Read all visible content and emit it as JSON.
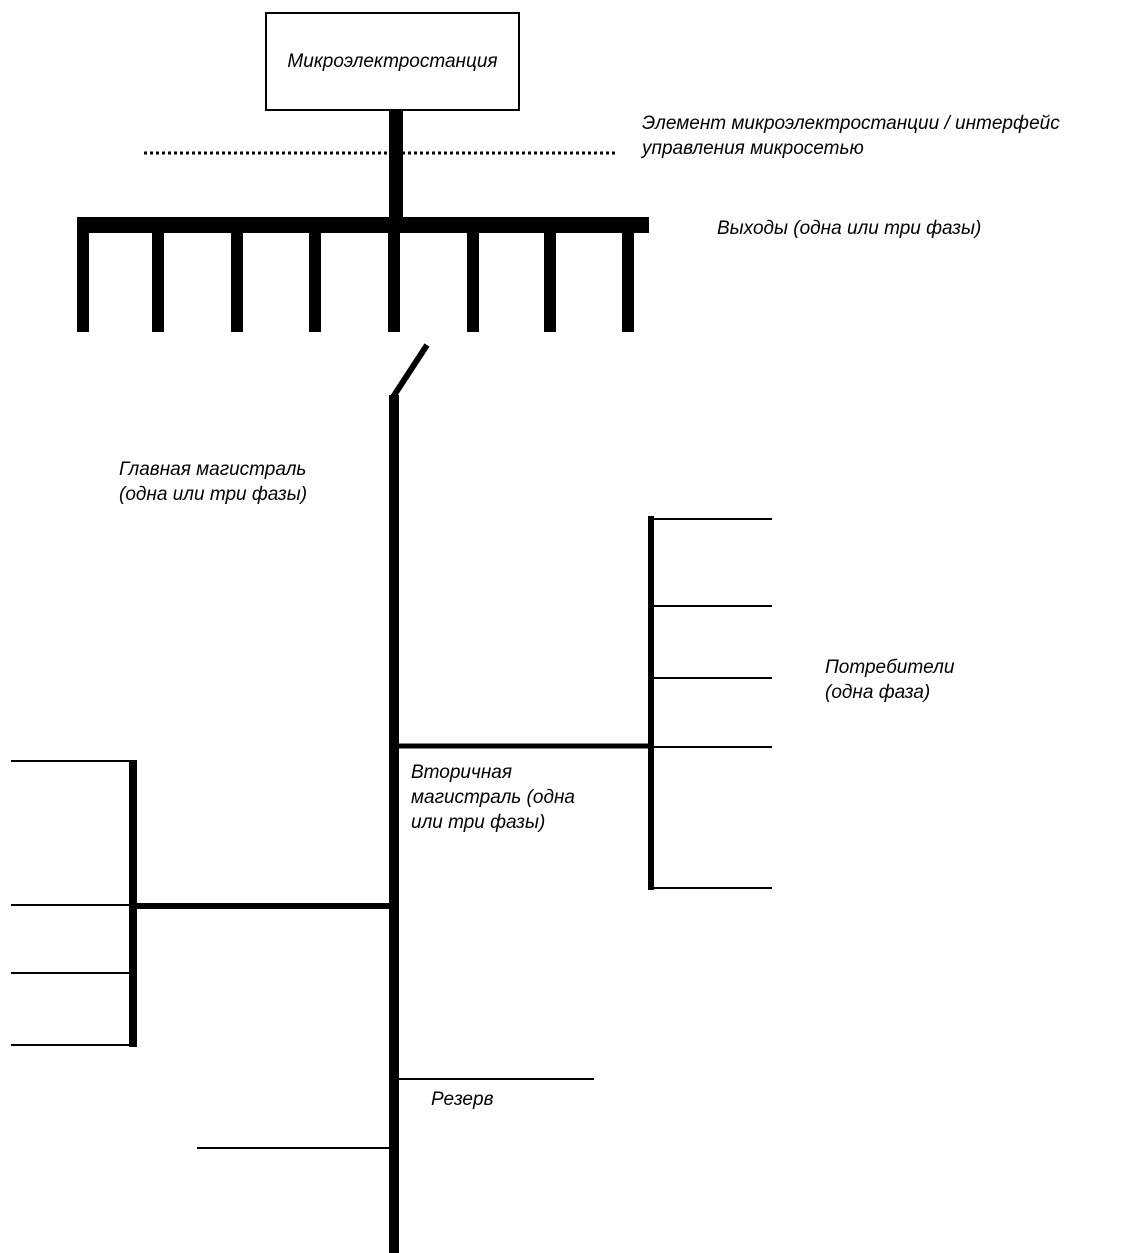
{
  "diagram": {
    "station": "Микроэлектростанция",
    "interface_label": [
      "Элемент микроэлектростанции / интерфейс",
      "управления микросетью"
    ],
    "outputs_label": "Выходы (одна или три фазы)",
    "main_line_label": [
      "Главная магистраль",
      "(одна или три фазы)"
    ],
    "consumers_label": [
      "Потребители",
      "(одна фаза)"
    ],
    "secondary_line_label": [
      "Вторичная",
      "магистраль (одна",
      "или три фазы)"
    ],
    "reserve_label": "Резерв"
  },
  "colors": {
    "line": "#000000",
    "background": "#ffffff"
  }
}
